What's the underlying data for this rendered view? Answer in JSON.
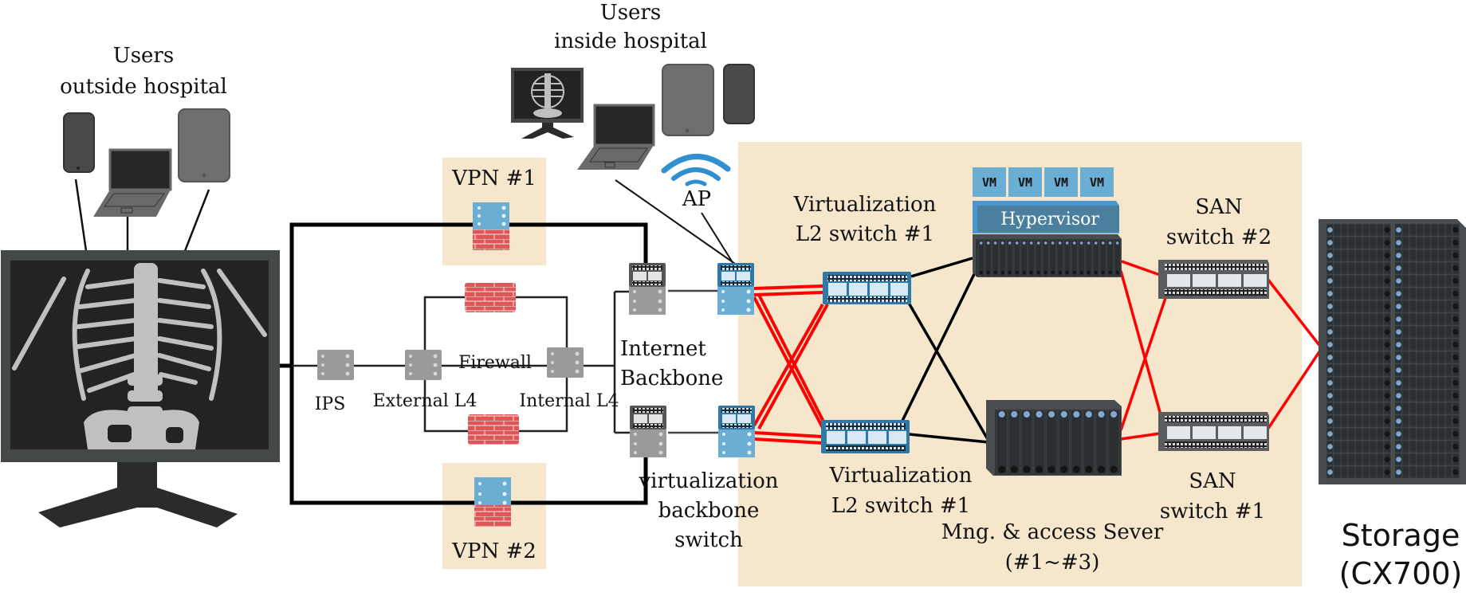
{
  "title": "Hospital network virtualization architecture",
  "colors": {
    "zone_fill": "#f6e6cc",
    "red_link": "#ff0000",
    "black_link": "#000000",
    "switch_blue": "#2f79a8",
    "device_blue": "#6aaed3",
    "firewall_red": "#e05555",
    "gray_device": "#9a9a9a",
    "dark_server": "#2f3336",
    "wifi_blue": "#2f8fd0"
  },
  "groups": {
    "users_outside": {
      "line1": "Users",
      "line2": "outside hospital"
    },
    "users_inside": {
      "line1": "Users",
      "line2": "inside hospital"
    }
  },
  "nodes": {
    "vpn1": "VPN #1",
    "vpn2": "VPN #2",
    "ap": "AP",
    "ips": "IPS",
    "external_l4": "External L4",
    "internal_l4": "Internal L4",
    "firewall": "Firewall",
    "internet_backbone": {
      "line1": "Internet",
      "line2": "Backbone"
    },
    "virt_backbone": {
      "line1": "virtualization",
      "line2": "backbone",
      "line3": "switch"
    },
    "virt_l2_top": {
      "line1": "Virtualization",
      "line2": "L2 switch #1"
    },
    "virt_l2_bottom": {
      "line1": "Virtualization",
      "line2": "L2 switch #1"
    },
    "hypervisor": "Hypervisor",
    "vms": [
      "VM",
      "VM",
      "VM",
      "VM"
    ],
    "mng_server": {
      "line1": "Mng. & access Sever",
      "line2": "(#1~#3)"
    },
    "san2": {
      "line1": "SAN",
      "line2": "switch #2"
    },
    "san1": {
      "line1": "SAN",
      "line2": "switch #1"
    },
    "storage": {
      "line1": "Storage",
      "line2": "(CX700)"
    }
  },
  "icons": {
    "workstation": "xray-monitor-icon",
    "phone": "smartphone-icon",
    "laptop": "laptop-icon",
    "tablet": "tablet-icon",
    "wifi": "wifi-icon",
    "firewall": "firewall-icon",
    "vpn": "vpn-gateway-icon",
    "switch": "network-switch-icon",
    "server": "blade-server-icon",
    "storage": "storage-array-icon"
  }
}
